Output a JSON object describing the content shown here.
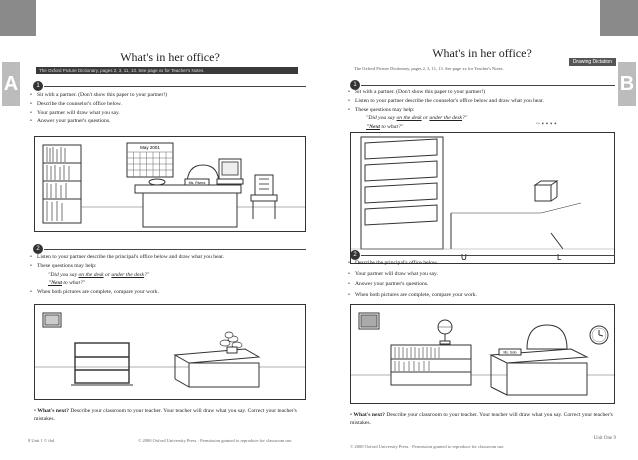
{
  "left": {
    "tab_letter": "A",
    "title": "What's in her office?",
    "bar_text": "The Oxford Picture Dictionary, pages 2, 3, 11, 13. See page xx for Teacher's Notes.",
    "section1": {
      "number": "1",
      "items": [
        "Sit with a partner. (Don't show this paper to your partner!)",
        "Describe the counselor's office below.",
        "Your partner will draw what you say.",
        "Answer your partner's questions."
      ]
    },
    "picture1": {
      "calendar_title": "May 2001",
      "nameplate": "Ms. Rivera"
    },
    "section2": {
      "number": "2",
      "items": [
        "Listen to your partner describe the principal's office below and draw what you hear.",
        "These questions may help:"
      ],
      "q1_prefix": "\"Did you say ",
      "q1_a": "on the desk",
      "q1_or": " or ",
      "q1_b": "under the desk",
      "q1_end": "?\"",
      "q2_a": "\"Next",
      "q2_b": " to what?\"",
      "item_last": "When both pictures are complete, compare your work."
    },
    "whats_next_label": "What's next?",
    "whats_next_text": "Describe your classroom to your teacher. Your teacher will draw what you say. Correct your teacher's mistakes.",
    "footer_left": "8   Unit 1  © tbd",
    "footer_center": "© 2000 Oxford University Press · Permission granted to reproduce for classroom use."
  },
  "right": {
    "tab_letter": "B",
    "title": "What's in her office?",
    "callout": "Drawing Dictation",
    "bar_text": "The Oxford Picture Dictionary, pages 2, 3, 11, 13. See page xx for Teacher's Notes.",
    "section1": {
      "number": "1",
      "items": [
        "Sit with a partner. (Don't show this paper to your partner!)",
        "Listen to your partner describe the counselor's office below and draw what you hear.",
        "These questions may help:"
      ],
      "q1_prefix": "\"Did you say ",
      "q1_a": "on the desk",
      "q1_or": " or ",
      "q1_b": "under the desk",
      "q1_end": "?\"",
      "q2_a": "\"Next",
      "q2_b": " to what?\"",
      "scribble": "~ • • • •"
    },
    "picture1": {
      "label_u": "U",
      "label_l": "L"
    },
    "section2": {
      "number": "2",
      "items": [
        "Describe the principal's office below.",
        "Your partner will draw what you say.",
        "Answer your partner's questions.",
        "When both pictures are complete, compare your work."
      ]
    },
    "picture2": {
      "nameplate": "Ms. Soto"
    },
    "whats_next_label": "What's next?",
    "whats_next_text": "Describe your classroom to your teacher. Your teacher will draw what you say. Correct your teacher's mistakes.",
    "footer_center": "© 2000 Oxford University Press · Permission granted to reproduce for classroom use.",
    "footer_right": "Unit One   9"
  }
}
